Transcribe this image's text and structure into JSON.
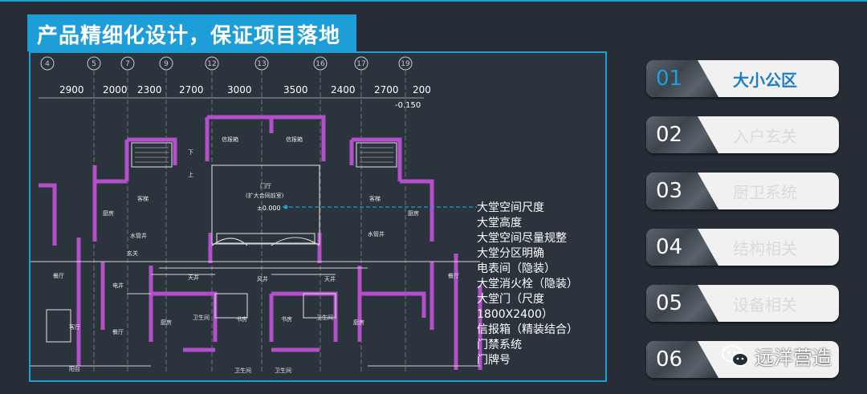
{
  "title": "产品精细化设计，保证项目落地",
  "plan": {
    "axis_labels": [
      "4",
      "5",
      "7",
      "9",
      "12",
      "13",
      "16",
      "17",
      "19"
    ],
    "dimensions": [
      "2900",
      "2000",
      "2300",
      "2700",
      "3000",
      "3500",
      "2400",
      "2700",
      "200"
    ],
    "level": "-0.150",
    "rooms": {
      "mailbox_left": "信报箱",
      "mailbox_right": "信报箱",
      "lobby": "门厅",
      "lobby_sub": "(扩大合同前室)",
      "elevation": "±0.000",
      "left_room_1": "厨房",
      "left_room_2": "水管井",
      "left_room_3": "客梯",
      "left_room_4": "玄关",
      "right_room_1": "水管井",
      "right_room_2": "厨房",
      "right_room_3": "客梯",
      "dining_l": "餐厅",
      "dining_r": "餐厅",
      "elec": "电井",
      "light_well_1": "天井",
      "light_well_2": "风井",
      "light_well_3": "天井",
      "kitchen_a": "厨房",
      "bath_a": "卫生间",
      "study_a": "书房",
      "study_b": "书房",
      "bath_b": "卫生间",
      "kitchen_b": "厨房",
      "bath_c": "卫生间",
      "bath_d": "卫生间",
      "balcony": "阳台",
      "living": "客厅",
      "dining_c": "餐厅",
      "up": "上",
      "down": "下"
    }
  },
  "notes": [
    "大堂空间尺度",
    "大堂高度",
    "大堂空间尽量规整",
    "大堂分区明确",
    "电表间（隐装）",
    "大堂消火栓（隐装）",
    "大堂门（尺度",
    "1800X2400）",
    "信报箱（精装结合）",
    "门禁系统",
    "门牌号"
  ],
  "menu": [
    {
      "num": "01",
      "label": "大小公区",
      "active": true
    },
    {
      "num": "02",
      "label": "入户玄关",
      "active": false
    },
    {
      "num": "03",
      "label": "厨卫系统",
      "active": false
    },
    {
      "num": "04",
      "label": "结构相关",
      "active": false
    },
    {
      "num": "05",
      "label": "设备相关",
      "active": false
    },
    {
      "num": "06",
      "label": "",
      "active": false
    }
  ],
  "watermark": "远洋营造",
  "icons": {
    "watermark": "wechat-icon"
  },
  "colors": {
    "accent": "#1e9fd8",
    "wall": "#b24fc9",
    "background": "#262d36"
  }
}
